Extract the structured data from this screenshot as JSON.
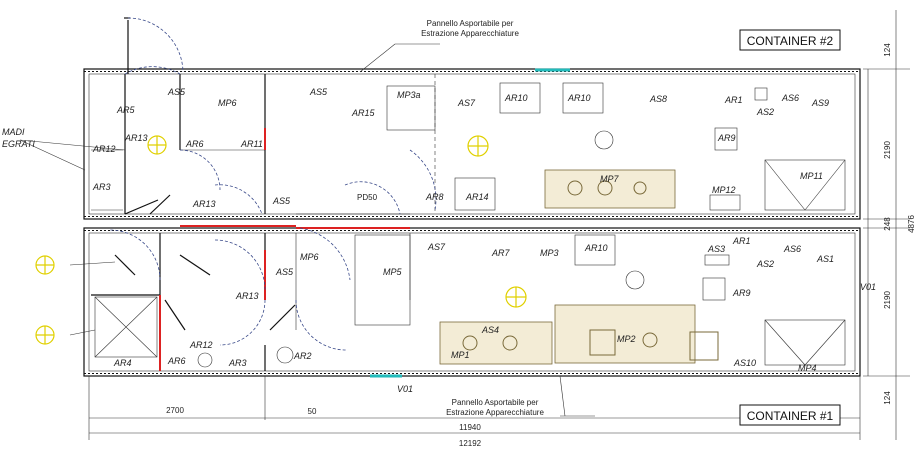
{
  "containers": {
    "top_label": "CONTAINER #2",
    "bottom_label": "CONTAINER #1"
  },
  "notes": {
    "top_panel_line1": "Pannello Asportabile per",
    "top_panel_line2": "Estrazione Apparecchiature",
    "bottom_panel_line1": "Pannello Asportabile per",
    "bottom_panel_line2": "Estrazione Apparecchiature",
    "left_label_line1": "MADI",
    "left_label_line2": "EGRATI"
  },
  "dimensions": {
    "right_top": "124",
    "right_upper": "2190",
    "right_mid": "248",
    "right_mid2": "4876",
    "right_lower": "2190",
    "right_bottom": "124",
    "bottom_seg1": "2700",
    "bottom_seg2": "50",
    "bottom_inner": "11940",
    "bottom_outer": "12192"
  },
  "labels_c2": {
    "ar5": "AR5",
    "as5a": "AS5",
    "mp6": "MP6",
    "as5b": "AS5",
    "ar15": "AR15",
    "mp3a": "MP3a",
    "as7": "AS7",
    "ar10a": "AR10",
    "ar10b": "AR10",
    "as8": "AS8",
    "ar1": "AR1",
    "as6": "AS6",
    "as9": "AS9",
    "as2": "AS2",
    "ar13a": "AR13",
    "ar12": "AR12",
    "ar6": "AR6",
    "ar11": "AR11",
    "ar9": "AR9",
    "ar3": "AR3",
    "ar13b": "AR13",
    "as5c": "AS5",
    "pd50": "PD50",
    "ar8": "AR8",
    "ar14": "AR14",
    "mp7": "MP7",
    "mp12": "MP12",
    "mp11": "MP11"
  },
  "labels_c1": {
    "mp6": "MP6",
    "as5": "AS5",
    "mp5": "MP5",
    "as7": "AS7",
    "ar7": "AR7",
    "mp3": "MP3",
    "ar10": "AR10",
    "ar1": "AR1",
    "as3": "AS3",
    "as2": "AS2",
    "as6": "AS6",
    "as1": "AS1",
    "ar13": "AR13",
    "ar9": "AR9",
    "v01a": "V01",
    "as4": "AS4",
    "mp1": "MP1",
    "mp2": "MP2",
    "ar12": "AR12",
    "ar4": "AR4",
    "ar6": "AR6",
    "ar3": "AR3",
    "ar2": "AR2",
    "as10": "AS10",
    "mp4": "MP4",
    "v01b": "V01"
  }
}
